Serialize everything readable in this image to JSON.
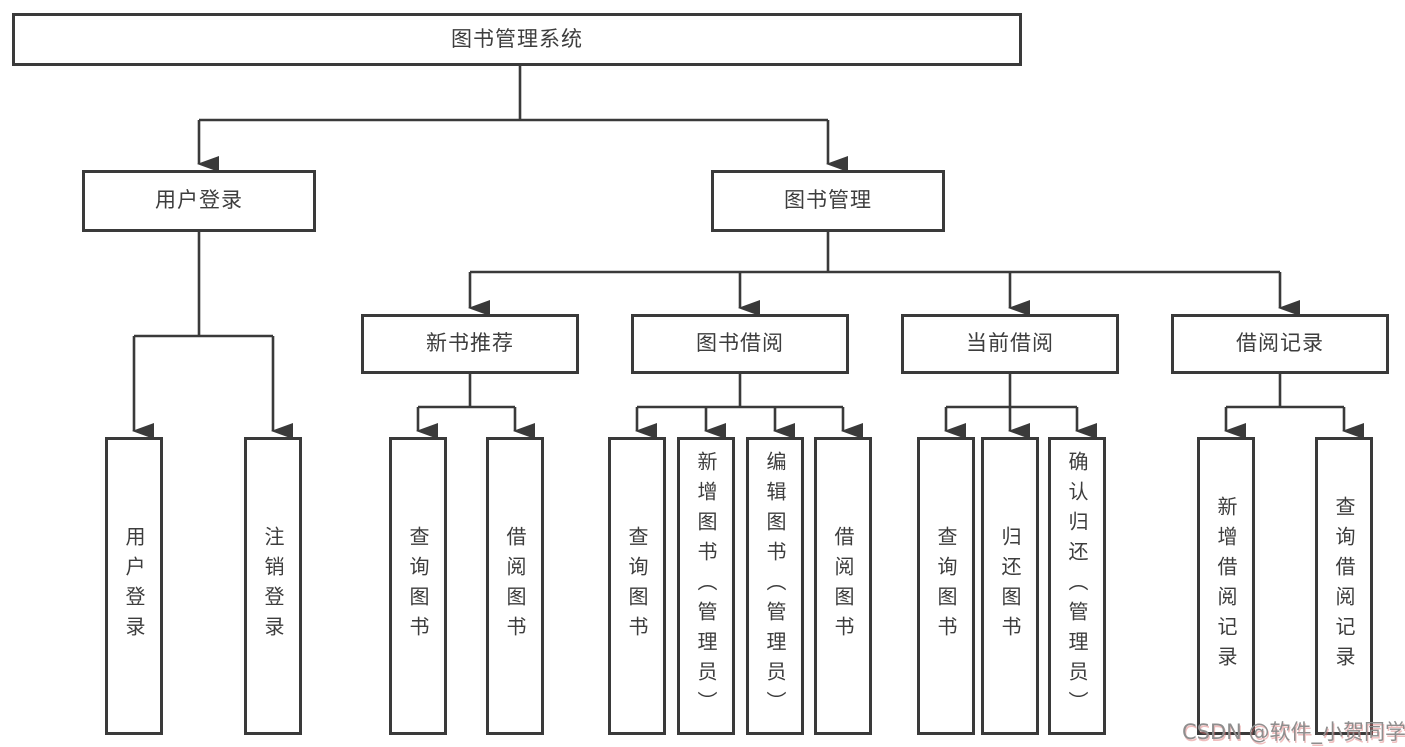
{
  "diagram": {
    "type": "hierarchy-tree",
    "levels": 4,
    "nodes": {
      "root": "图书管理系统",
      "user_login": "用户登录",
      "book_mgmt": "图书管理",
      "new_book_rec": "新书推荐",
      "book_borrow": "图书借阅",
      "current_borrow": "当前借阅",
      "borrow_records": "借阅记录",
      "leaf_user_login": "用户登录",
      "leaf_logout": "注销登录",
      "leaf_query_books_a": "查询图书",
      "leaf_borrow_books_a": "借阅图书",
      "leaf_query_books_b": "查询图书",
      "leaf_add_book": "新增图书（管理员）",
      "leaf_edit_book": "编辑图书（管理员）",
      "leaf_borrow_books_b": "借阅图书",
      "leaf_query_books_c": "查询图书",
      "leaf_return_book": "归还图书",
      "leaf_confirm_return": "确认归还（管理员）",
      "leaf_add_record": "新增借阅记录",
      "leaf_query_record": "查询借阅记录"
    },
    "hierarchy": {
      "图书管理系统": {
        "用户登录": [
          "用户登录",
          "注销登录"
        ],
        "图书管理": {
          "新书推荐": [
            "查询图书",
            "借阅图书"
          ],
          "图书借阅": [
            "查询图书",
            "新增图书（管理员）",
            "编辑图书（管理员）",
            "借阅图书"
          ],
          "当前借阅": [
            "查询图书",
            "归还图书",
            "确认归还（管理员）"
          ],
          "借阅记录": [
            "新增借阅记录",
            "查询借阅记录"
          ]
        }
      }
    },
    "colors": {
      "line": "#3a3a3a",
      "box_border": "#3a3a3a",
      "text": "#3d3d3d",
      "background": "#ffffff",
      "watermark_text": "#8e8e8e"
    }
  },
  "watermark": "CSDN @软件_小贺同学"
}
